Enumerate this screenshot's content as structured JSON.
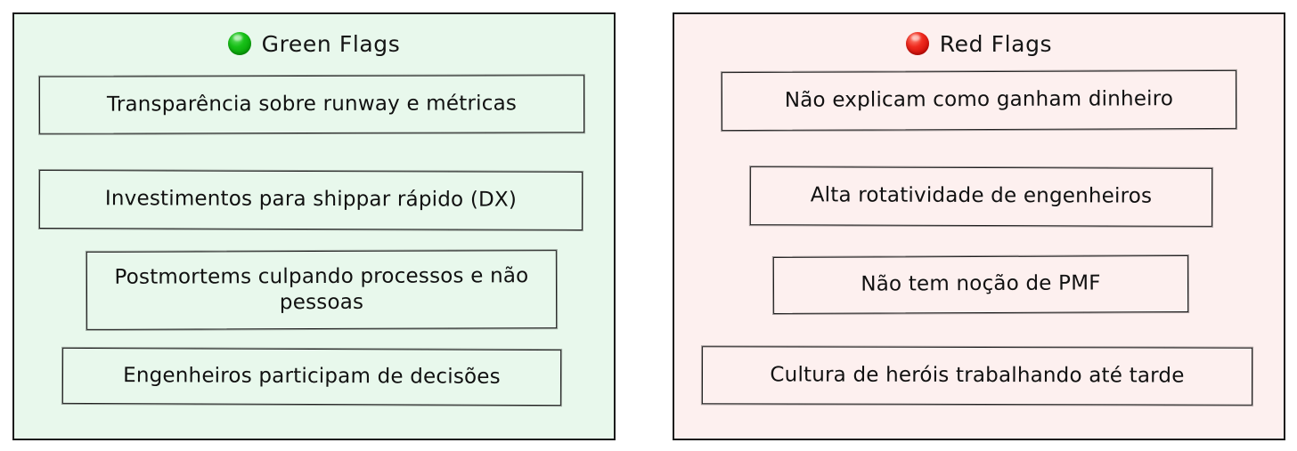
{
  "diagram": {
    "type": "two-column-comparison",
    "background_color": "#ffffff"
  },
  "panels": [
    {
      "id": "green-flags",
      "title": "Green Flags",
      "icon": "green-circle-icon",
      "icon_color": "#17c017",
      "background_color": "#e8f8ec",
      "border_color": "#1b1b1b",
      "items": [
        {
          "label": "Transparência sobre runway e métricas"
        },
        {
          "label": "Investimentos para shippar rápido (DX)"
        },
        {
          "label": "Postmortems culpando processos e não pessoas"
        },
        {
          "label": "Engenheiros participam de decisões"
        }
      ]
    },
    {
      "id": "red-flags",
      "title": "Red Flags",
      "icon": "red-circle-icon",
      "icon_color": "#ef2b1f",
      "background_color": "#fdf0ef",
      "border_color": "#1b1b1b",
      "items": [
        {
          "label": "Não explicam como ganham dinheiro"
        },
        {
          "label": "Alta rotatividade de engenheiros"
        },
        {
          "label": "Não tem noção de PMF"
        },
        {
          "label": "Cultura de heróis trabalhando até tarde"
        }
      ]
    }
  ]
}
